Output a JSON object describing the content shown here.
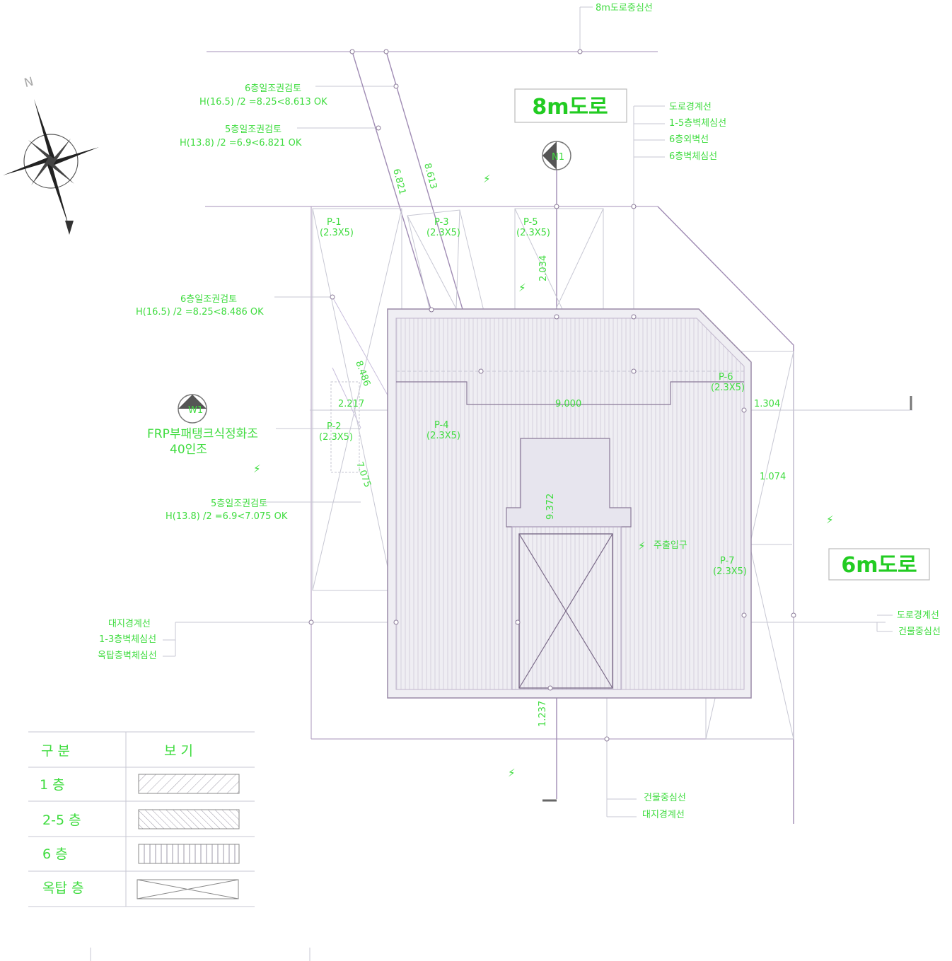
{
  "roads": {
    "north": "8m도로",
    "east": "6m도로",
    "top_centerline": "8m도로중심선"
  },
  "north_top_notes": [
    "도로경계선",
    "1-5층벽체심선",
    "6층외벽선",
    "6층벽체심선"
  ],
  "east_bottom_notes": [
    "도로경계선",
    "건물중심선"
  ],
  "west_bottom_notes": [
    "대지경계선",
    "1-3층벽체심선",
    "옥탑층벽체심선"
  ],
  "south_bottom_notes": [
    "건물중심선",
    "대지경계선"
  ],
  "height_checks": [
    {
      "title": "6층일조권검토",
      "formula": "H(16.5) /2 =8.25<8.613 OK"
    },
    {
      "title": "5층일조권검토",
      "formula": "H(13.8) /2 =6.9<6.821 OK"
    },
    {
      "title": "6층일조권검토",
      "formula": "H(16.5) /2 =8.25<8.486 OK"
    },
    {
      "title": "5층일조권검토",
      "formula": "H(13.8) /2 =6.9<7.075 OK"
    }
  ],
  "septic": {
    "line1": "FRP부패탱크식정화조",
    "line2": "40인조"
  },
  "parking": [
    {
      "name": "P-1",
      "size": "(2.3X5)"
    },
    {
      "name": "P-2",
      "size": "(2.3X5)"
    },
    {
      "name": "P-3",
      "size": "(2.3X5)"
    },
    {
      "name": "P-4",
      "size": "(2.3X5)"
    },
    {
      "name": "P-5",
      "size": "(2.3X5)"
    },
    {
      "name": "P-6",
      "size": "(2.3X5)"
    },
    {
      "name": "P-7",
      "size": "(2.3X5)"
    }
  ],
  "dimensions": {
    "d_6821": "6.821",
    "d_8613": "8.613",
    "d_2034": "2.034",
    "d_8486": "8.486",
    "d_2217": "2.217",
    "d_9000": "9.000",
    "d_1304": "1.304",
    "d_7075": "7.075",
    "d_1074": "1.074",
    "d_9372": "9.372",
    "d_1237": "1.237"
  },
  "entrance": "주출입구",
  "section_marks": {
    "north": "N1",
    "west": "W1"
  },
  "legend": {
    "headers": [
      "구    분",
      "보    기"
    ],
    "rows": [
      {
        "label": "1        층",
        "pattern": "hatch-45"
      },
      {
        "label": "2-5      층",
        "pattern": "hatch-135"
      },
      {
        "label": "6        층",
        "pattern": "vertical"
      },
      {
        "label": "옥탑    층",
        "pattern": "cross"
      }
    ]
  },
  "compass_letter": "N",
  "colors": {
    "label": "#3fdc3f",
    "line": "#b8a6c6",
    "road_text": "#22cc22"
  }
}
